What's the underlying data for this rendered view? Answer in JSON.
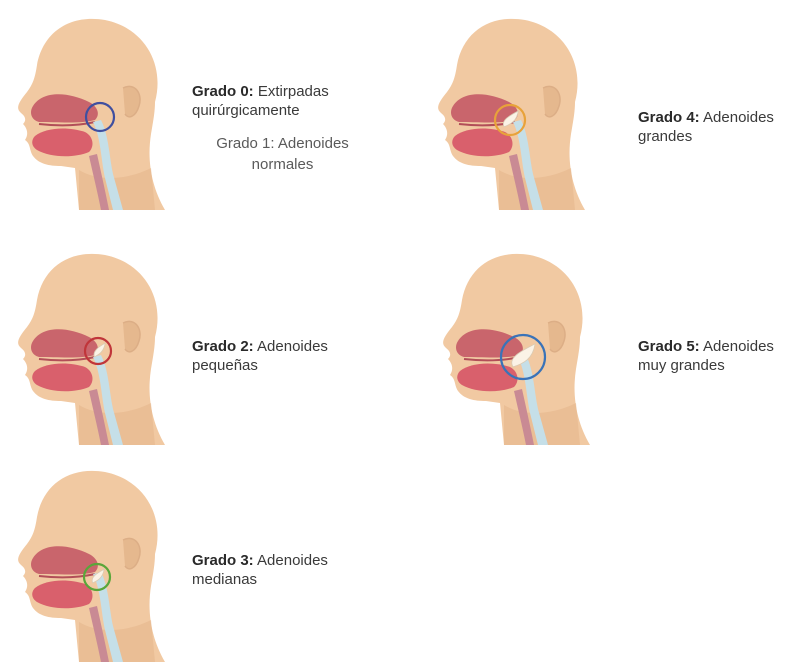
{
  "grades": [
    {
      "id": "g0",
      "label": "Grado 0:",
      "description": "Extirpadas\nquirúrgicamente",
      "circle_color": "#3f4fa0",
      "adenoid_level": 0
    },
    {
      "id": "g2",
      "label": "Grado 2:",
      "description": "Adenoides\npequeñas",
      "circle_color": "#c0353a",
      "adenoid_level": 2
    },
    {
      "id": "g3",
      "label": "Grado 3:",
      "description": "Adenoides\nmedianas",
      "circle_color": "#5aa63a",
      "adenoid_level": 3
    },
    {
      "id": "g4",
      "label": "Grado 4:",
      "description": "Adenoides\ngrandes",
      "circle_color": "#e8a23a",
      "adenoid_level": 4
    },
    {
      "id": "g5",
      "label": "Grado 5:",
      "description": "Adenoides\nmuy grandes",
      "circle_color": "#3a73b8",
      "adenoid_level": 5
    }
  ],
  "grade1_note": "Grado 1: Adenoides\nnormales",
  "colors": {
    "skin": "#f1c9a2",
    "skin_shadow": "#e3b48a",
    "nasal": "#c9656c",
    "tongue": "#d9606c",
    "airway": "#c5dfe8",
    "esophagus": "#c98a94",
    "adenoid": "#fbf3e6"
  }
}
